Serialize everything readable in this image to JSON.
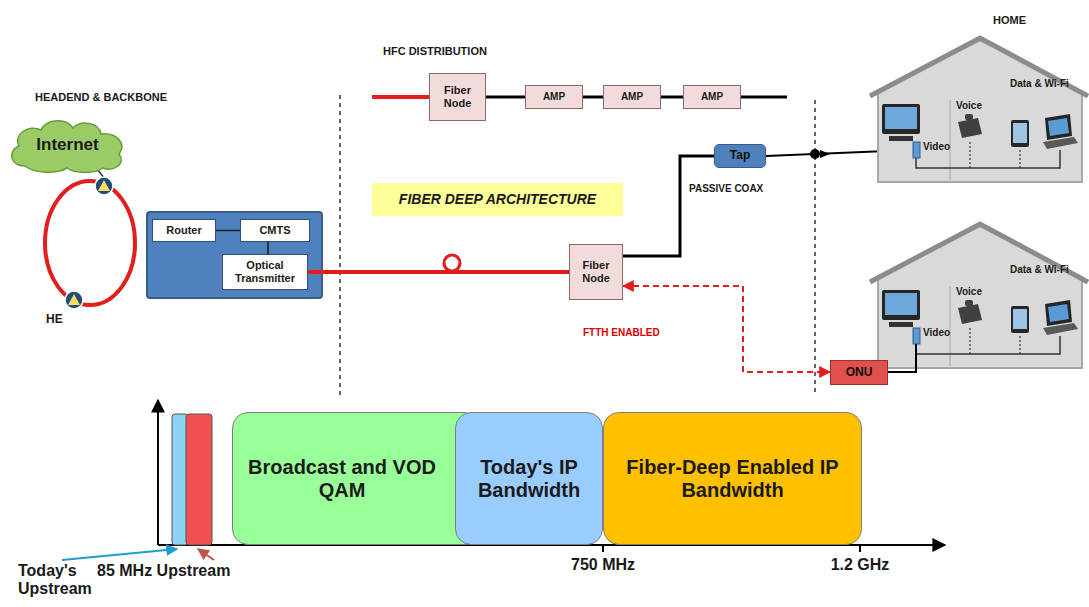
{
  "diagram": {
    "nodes": [
      {
        "text": [
          "Internet"
        ]
      },
      {
        "text": [
          "Router"
        ]
      },
      {
        "text": [
          "CMTS"
        ]
      },
      {
        "text": [
          "Optical Transmitter"
        ]
      },
      {
        "text": [
          "Fiber Node"
        ]
      },
      {
        "text": [
          "AMP"
        ]
      },
      {
        "text": [
          "AMP"
        ]
      },
      {
        "text": [
          "AMP"
        ]
      },
      {
        "text": [
          "FIBER DEEP ARCHITECTURE"
        ]
      },
      {
        "text": [
          "Fiber Node"
        ]
      },
      {
        "text": [
          "Tap"
        ]
      },
      {
        "text": [
          "ONU"
        ]
      },
      {
        "text": [
          "Broadcast and VOD QAM"
        ]
      },
      {
        "text": [
          "Today's IP Bandwidth"
        ]
      },
      {
        "text": [
          "Fiber-Deep Enabled IP Bandwidth"
        ]
      }
    ],
    "edges": [
      {
        "from": 1,
        "to": 2,
        "arrow": "none"
      },
      {
        "from": 2,
        "to": 3,
        "arrow": "none"
      },
      {
        "from": 4,
        "to": 5,
        "arrow": "none"
      },
      {
        "from": 5,
        "to": 6,
        "arrow": "none"
      },
      {
        "from": 6,
        "to": 7,
        "arrow": "none"
      },
      {
        "from": 3,
        "to": 9,
        "arrow": "none"
      },
      {
        "from": 9,
        "to": 10,
        "arrow": "none"
      },
      {
        "from": 9,
        "to": 11,
        "arrow": "both"
      }
    ],
    "labels": [
      "HEADEND & BACKBONE",
      "HE",
      "HFC DISTRIBUTION",
      "PASSIVE COAX",
      "FTTH ENABLED",
      "HOME",
      "Video",
      "Voice",
      "Data & Wi-Fi",
      "Video",
      "Voice",
      "Data & Wi-Fi",
      "750 MHz",
      "1.2 GHz",
      "Today's Upstream",
      "85 MHz Upstream"
    ]
  }
}
